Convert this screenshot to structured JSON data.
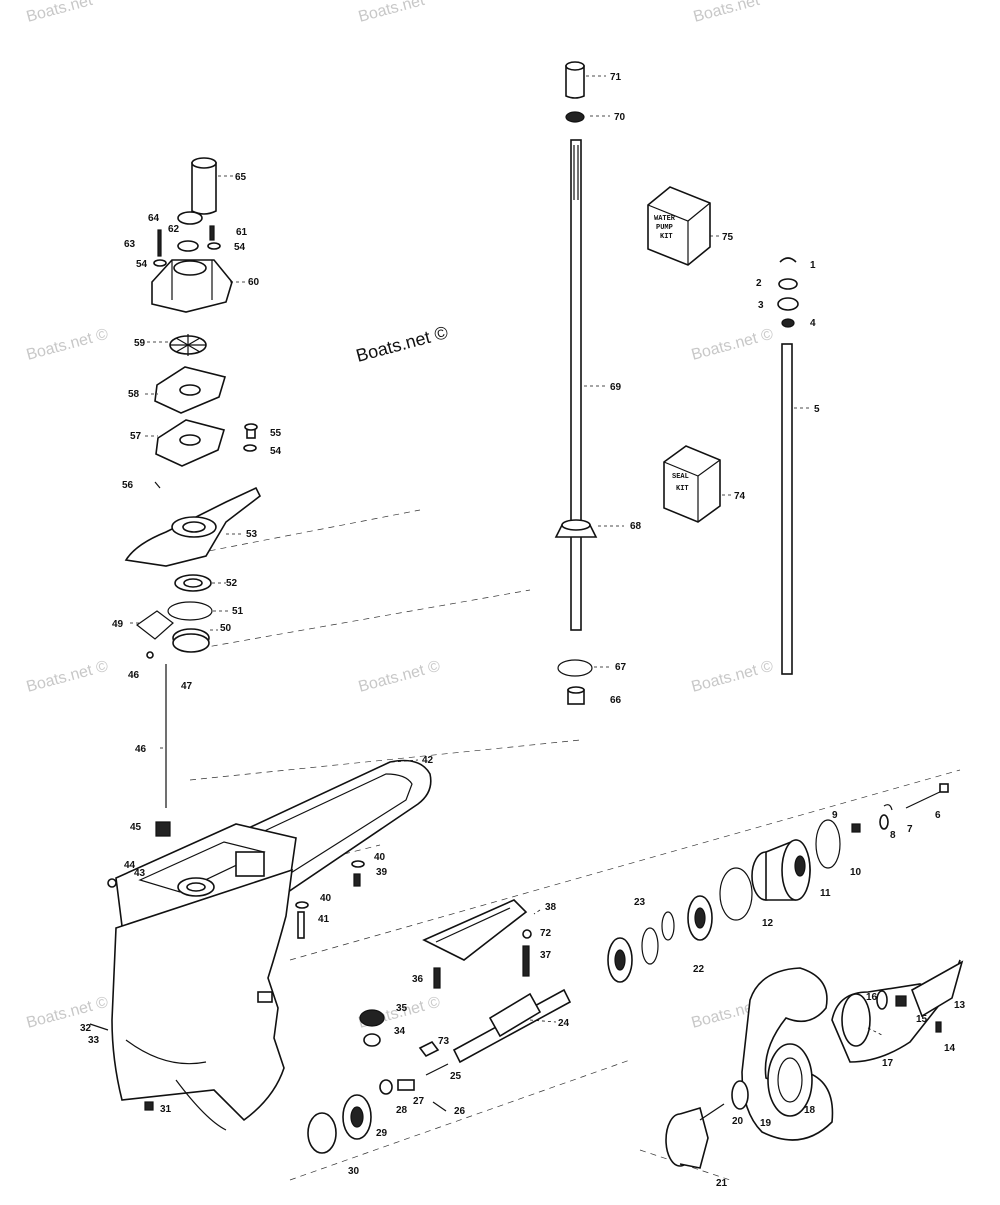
{
  "watermarks": {
    "text": "Boats.net",
    "main": "Boats.net ©",
    "repeat": "Boats.net ©"
  },
  "kits": {
    "water_pump": [
      "WATER",
      "PUMP",
      "KIT"
    ],
    "seal": [
      "SEAL",
      "KIT"
    ]
  },
  "callouts": {
    "c1": "1",
    "c2": "2",
    "c3": "3",
    "c4": "4",
    "c5": "5",
    "c6": "6",
    "c7": "7",
    "c8": "8",
    "c9": "9",
    "c10": "10",
    "c11": "11",
    "c12": "12",
    "c13": "13",
    "c14": "14",
    "c15": "15",
    "c16": "16",
    "c17": "17",
    "c18": "18",
    "c19": "19",
    "c20": "20",
    "c21": "21",
    "c22": "22",
    "c23": "23",
    "c24": "24",
    "c25": "25",
    "c26": "26",
    "c27": "27",
    "c28": "28",
    "c29": "29",
    "c30": "30",
    "c31": "31",
    "c32": "32",
    "c33": "33",
    "c34": "34",
    "c35": "35",
    "c36": "36",
    "c37": "37",
    "c38": "38",
    "c39": "39",
    "c40a": "40",
    "c40b": "40",
    "c41": "41",
    "c42": "42",
    "c43": "43",
    "c44": "44",
    "c45": "45",
    "c46a": "46",
    "c46b": "46",
    "c47": "47",
    "c49": "49",
    "c50": "50",
    "c51": "51",
    "c52": "52",
    "c53": "53",
    "c54a": "54",
    "c54b": "54",
    "c54c": "54",
    "c55": "55",
    "c56": "56",
    "c57": "57",
    "c58": "58",
    "c59": "59",
    "c60": "60",
    "c61": "61",
    "c62": "62",
    "c63": "63",
    "c64": "64",
    "c65": "65",
    "c66": "66",
    "c67": "67",
    "c68": "68",
    "c69": "69",
    "c70": "70",
    "c71": "71",
    "c73": "73",
    "c72": "72",
    "c74": "74",
    "c75": "75"
  }
}
